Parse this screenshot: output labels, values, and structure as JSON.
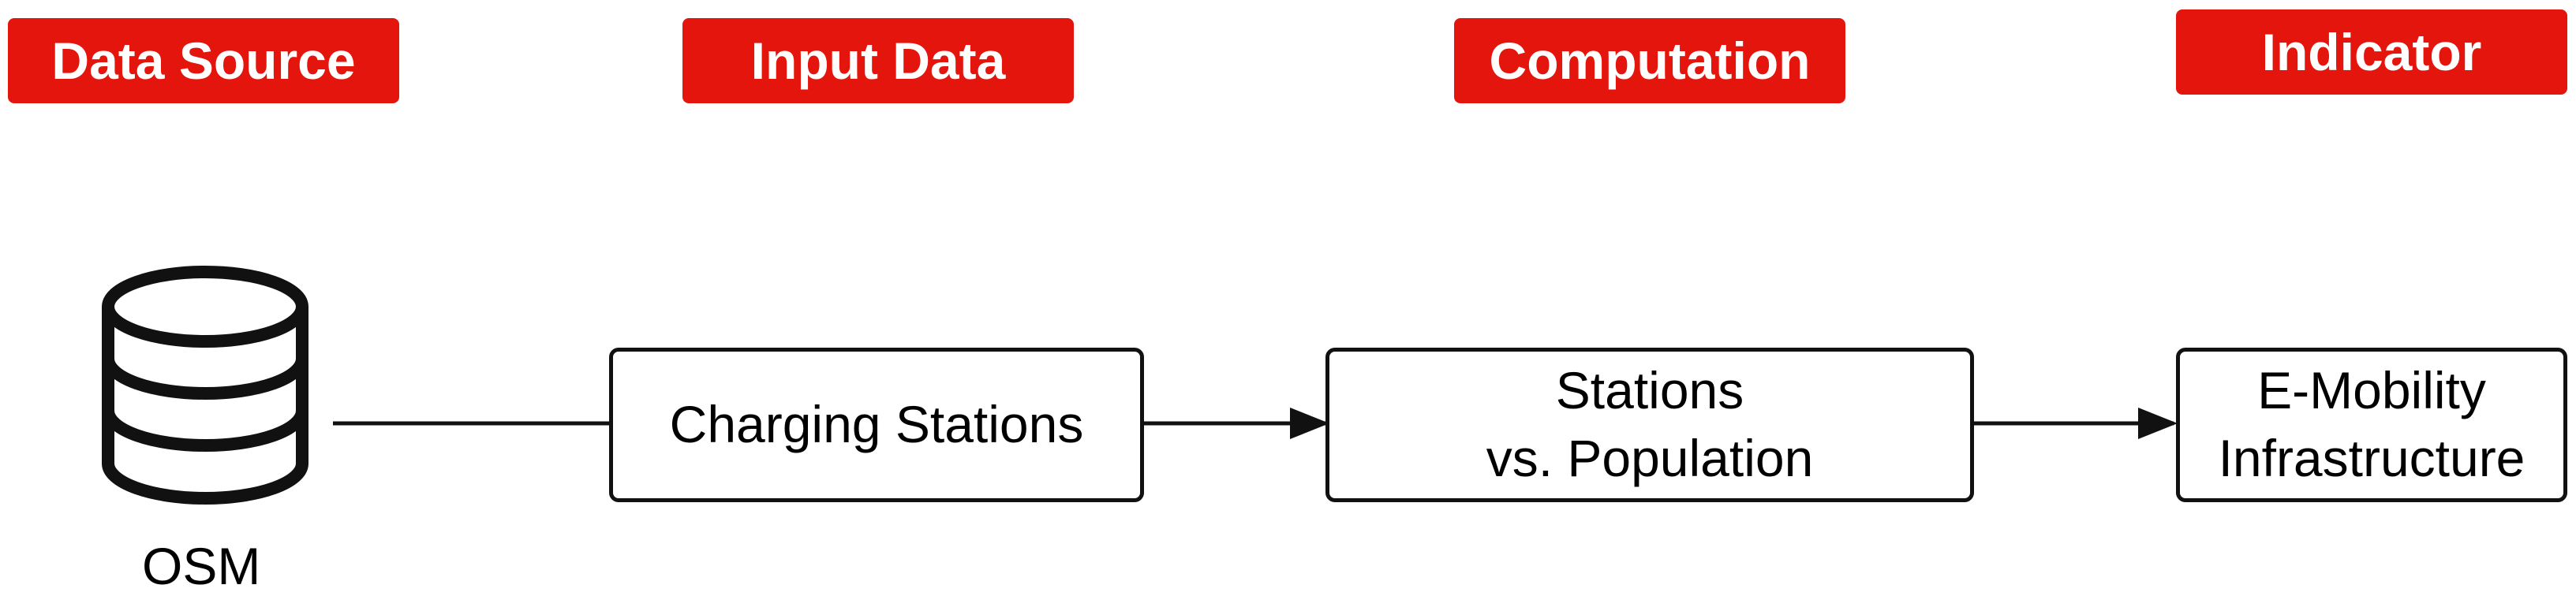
{
  "headers": {
    "data_source": "Data Source",
    "input_data": "Input Data",
    "computation": "Computation",
    "indicator": "Indicator"
  },
  "nodes": {
    "source_label": "OSM",
    "input_label": "Charging Stations",
    "computation_lines": [
      "Stations",
      "vs. Population"
    ],
    "indicator_lines": [
      "E-Mobility",
      "Infrastructure"
    ]
  },
  "colors": {
    "header_background": "#e3150c",
    "header_text": "#ffffff",
    "stroke": "#111111"
  },
  "icons": {
    "source": "database-icon",
    "connector": "arrow-right-icon"
  }
}
